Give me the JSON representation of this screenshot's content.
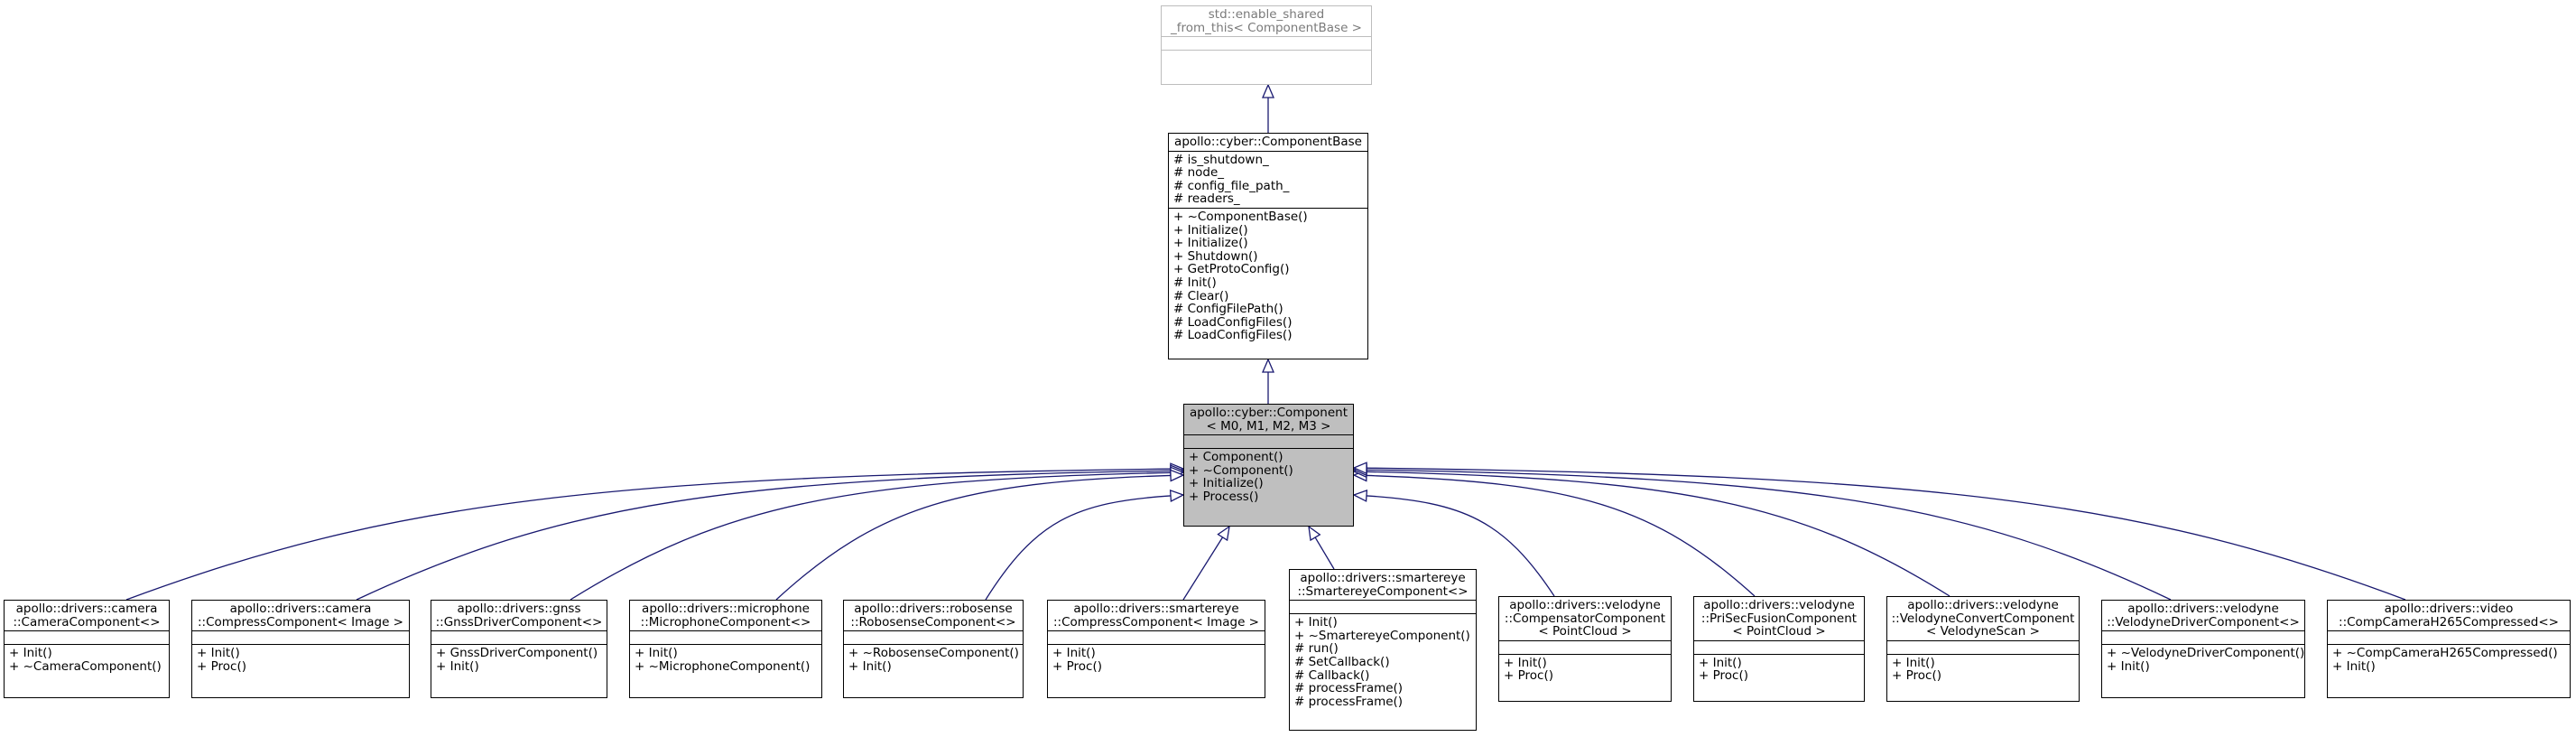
{
  "colors": {
    "edge": "#191970",
    "border": "#000000",
    "external_border": "#bdbdbd",
    "external_text": "#7a7a7a",
    "current_fill": "#bfbfbf"
  },
  "nodes": {
    "enable_shared": {
      "name": [
        "std::enable_shared",
        "_from_this< ComponentBase >"
      ],
      "attrs": [],
      "methods": []
    },
    "component_base": {
      "name": [
        "apollo::cyber::ComponentBase"
      ],
      "attrs": [
        "# is_shutdown_",
        "# node_",
        "# config_file_path_",
        "# readers_"
      ],
      "methods": [
        "+ ~ComponentBase()",
        "+ Initialize()",
        "+ Initialize()",
        "+ Shutdown()",
        "+ GetProtoConfig()",
        "# Init()",
        "# Clear()",
        "# ConfigFilePath()",
        "# LoadConfigFiles()",
        "# LoadConfigFiles()"
      ]
    },
    "component": {
      "name": [
        "apollo::cyber::Component",
        "< M0, M1, M2, M3 >"
      ],
      "attrs": [],
      "methods": [
        "+ Component()",
        "+ ~Component()",
        "+ Initialize()",
        "+ Process()"
      ]
    },
    "camera": {
      "name": [
        "apollo::drivers::camera",
        "::CameraComponent<>"
      ],
      "attrs": [],
      "methods": [
        "+ Init()",
        "+ ~CameraComponent()"
      ]
    },
    "compress": {
      "name": [
        "apollo::drivers::camera",
        "::CompressComponent< Image >"
      ],
      "attrs": [],
      "methods": [
        "+ Init()",
        "+ Proc()"
      ]
    },
    "gnss": {
      "name": [
        "apollo::drivers::gnss",
        "::GnssDriverComponent<>"
      ],
      "attrs": [],
      "methods": [
        "+ GnssDriverComponent()",
        "+ Init()"
      ]
    },
    "microphone": {
      "name": [
        "apollo::drivers::microphone",
        "::MicrophoneComponent<>"
      ],
      "attrs": [],
      "methods": [
        "+ Init()",
        "+ ~MicrophoneComponent()"
      ]
    },
    "robosense": {
      "name": [
        "apollo::drivers::robosense",
        "::RobosenseComponent<>"
      ],
      "attrs": [],
      "methods": [
        "+ ~RobosenseComponent()",
        "+ Init()"
      ]
    },
    "smartereye_compress": {
      "name": [
        "apollo::drivers::smartereye",
        "::CompressComponent< Image >"
      ],
      "attrs": [],
      "methods": [
        "+ Init()",
        "+ Proc()"
      ]
    },
    "smartereye": {
      "name": [
        "apollo::drivers::smartereye",
        "::SmartereyeComponent<>"
      ],
      "attrs": [],
      "methods": [
        "+ Init()",
        "+ ~SmartereyeComponent()",
        "# run()",
        "# SetCallback()",
        "# Callback()",
        "# processFrame()",
        "# processFrame()"
      ]
    },
    "compensator": {
      "name": [
        "apollo::drivers::velodyne",
        "::CompensatorComponent",
        "< PointCloud >"
      ],
      "attrs": [],
      "methods": [
        "+ Init()",
        "+ Proc()"
      ]
    },
    "prisec": {
      "name": [
        "apollo::drivers::velodyne",
        "::PriSecFusionComponent",
        "< PointCloud >"
      ],
      "attrs": [],
      "methods": [
        "+ Init()",
        "+ Proc()"
      ]
    },
    "convert": {
      "name": [
        "apollo::drivers::velodyne",
        "::VelodyneConvertComponent",
        "< VelodyneScan >"
      ],
      "attrs": [],
      "methods": [
        "+ Init()",
        "+ Proc()"
      ]
    },
    "velodyne_driver": {
      "name": [
        "apollo::drivers::velodyne",
        "::VelodyneDriverComponent<>"
      ],
      "attrs": [],
      "methods": [
        "+ ~VelodyneDriverComponent()",
        "+ Init()"
      ]
    },
    "video": {
      "name": [
        "apollo::drivers::video",
        "::CompCameraH265Compressed<>"
      ],
      "attrs": [],
      "methods": [
        "+ ~CompCameraH265Compressed()",
        "+ Init()"
      ]
    }
  }
}
